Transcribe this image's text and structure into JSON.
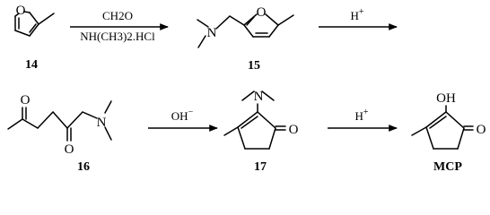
{
  "compounds": [
    {
      "id": "14",
      "label": "14"
    },
    {
      "id": "15",
      "label": "15"
    },
    {
      "id": "16",
      "label": "16"
    },
    {
      "id": "17",
      "label": "17"
    },
    {
      "id": "mcp",
      "label": "MCP"
    }
  ],
  "atoms": {
    "O": "O",
    "N": "N",
    "OH": "OH"
  },
  "reactions": [
    {
      "id": "r1",
      "above": "CH2O",
      "below": "NH(CH3)2.HCl"
    },
    {
      "id": "r2",
      "above": "H",
      "superscript": "+"
    },
    {
      "id": "r3",
      "above": "OH",
      "superscript": "−"
    },
    {
      "id": "r4",
      "above": "H",
      "superscript": "+"
    }
  ]
}
